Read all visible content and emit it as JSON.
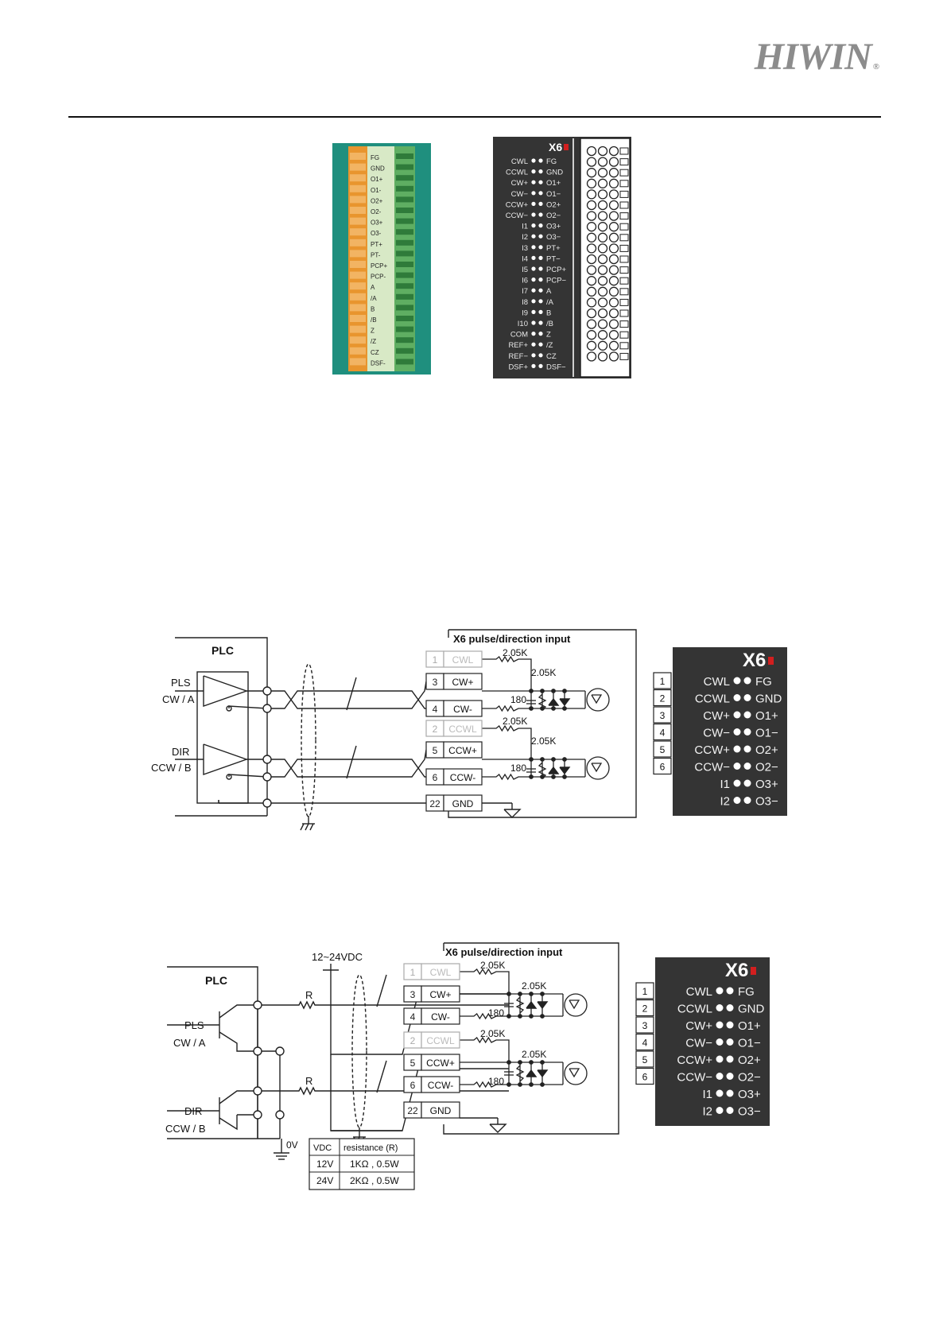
{
  "header": {
    "logo": "HIWIN",
    "registered": "®"
  },
  "connector": {
    "title": "X6",
    "left_pins": [
      "CWL",
      "CCWL",
      "CW+",
      "CW−",
      "CCW+",
      "CCW−",
      "I1",
      "I2",
      "I3",
      "I4",
      "I5",
      "I6",
      "I7",
      "I8",
      "I9",
      "I10",
      "COM",
      "REF+",
      "REF−",
      "DSF+"
    ],
    "right_pins": [
      "FG",
      "GND",
      "O1+",
      "O1−",
      "O2+",
      "O2−",
      "O3+",
      "O3−",
      "PT+",
      "PT−",
      "PCP+",
      "PCP−",
      "A",
      "/A",
      "B",
      "/B",
      "Z",
      "/Z",
      "CZ",
      "DSF−"
    ],
    "photo_labels": [
      "FG",
      "GND",
      "O1+",
      "O1-",
      "O2+",
      "O2-",
      "O3+",
      "O3-",
      "PT+",
      "PT-",
      "PCP+",
      "PCP-",
      "A",
      "/A",
      "B",
      "/B",
      "Z",
      "/Z",
      "CZ",
      "DSF-"
    ]
  },
  "diagram1": {
    "plc": "PLC",
    "pls": "PLS",
    "cwa": "CW / A",
    "dir": "DIR",
    "ccwb": "CCW / B",
    "box_title": "X6 pulse/direction input",
    "pins": [
      {
        "num": "1",
        "label": "CWL",
        "dim": true
      },
      {
        "num": "3",
        "label": "CW+",
        "dim": false
      },
      {
        "num": "4",
        "label": "CW-",
        "dim": false
      },
      {
        "num": "2",
        "label": "CCWL",
        "dim": true
      },
      {
        "num": "5",
        "label": "CCW+",
        "dim": false
      },
      {
        "num": "6",
        "label": "CCW-",
        "dim": false
      },
      {
        "num": "22",
        "label": "GND",
        "dim": false
      }
    ],
    "r1": "2.05K",
    "r2": "2.05K",
    "r3": "180",
    "r4": "2.05K",
    "r5": "2.05K",
    "r6": "180"
  },
  "diagram2": {
    "plc": "PLC",
    "supply": "12~24VDC",
    "r": "R",
    "pls": "PLS",
    "cwa": "CW / A",
    "dir": "DIR",
    "ccwb": "CCW / B",
    "zero": "0V",
    "box_title": "X6 pulse/direction input",
    "pins": [
      {
        "num": "1",
        "label": "CWL",
        "dim": true
      },
      {
        "num": "3",
        "label": "CW+",
        "dim": false
      },
      {
        "num": "4",
        "label": "CW-",
        "dim": false
      },
      {
        "num": "2",
        "label": "CCWL",
        "dim": true
      },
      {
        "num": "5",
        "label": "CCW+",
        "dim": false
      },
      {
        "num": "6",
        "label": "CCW-",
        "dim": false
      },
      {
        "num": "22",
        "label": "GND",
        "dim": false
      }
    ],
    "r1": "2.05K",
    "r2": "2.05K",
    "r3": "180",
    "r4": "2.05K",
    "r5": "2.05K",
    "r6": "180",
    "table": {
      "headers": [
        "VDC",
        "resistance (R)"
      ],
      "rows": [
        [
          "12V",
          "1KΩ , 0.5W"
        ],
        [
          "24V",
          "2KΩ , 0.5W"
        ]
      ]
    }
  },
  "pin_zoom": {
    "title": "X6",
    "rows": [
      {
        "num": "1",
        "left": "CWL",
        "right": "FG"
      },
      {
        "num": "2",
        "left": "CCWL",
        "right": "GND"
      },
      {
        "num": "3",
        "left": "CW+",
        "right": "O1+"
      },
      {
        "num": "4",
        "left": "CW−",
        "right": "O1−"
      },
      {
        "num": "5",
        "left": "CCW+",
        "right": "O2+"
      },
      {
        "num": "6",
        "left": "CCW−",
        "right": "O2−"
      },
      {
        "num": "",
        "left": "I1",
        "right": "O3+"
      },
      {
        "num": "",
        "left": "I2",
        "right": "O3−"
      }
    ]
  }
}
